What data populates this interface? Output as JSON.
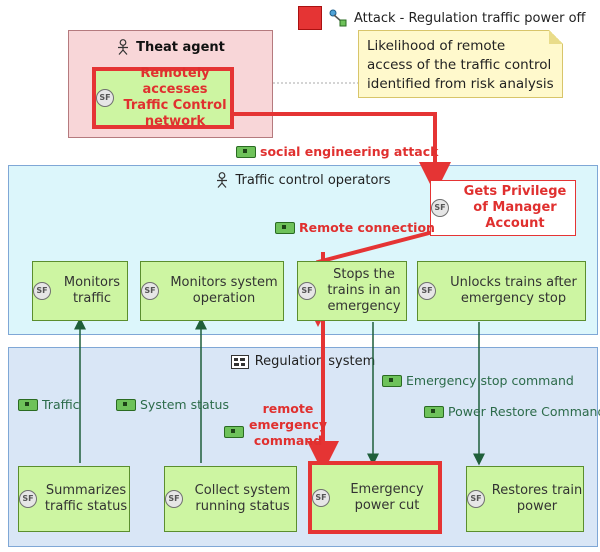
{
  "legend": {
    "label": "Attack - Regulation traffic power off",
    "color": "#e53434"
  },
  "note": {
    "text": "Likelihood of remote access of the traffic control identified from risk analysis"
  },
  "agent": {
    "title": "Theat agent",
    "function": "Remotely accesses Traffic Control network"
  },
  "lanes": {
    "operators": "Traffic control operators",
    "regulation": "Regulation system"
  },
  "functions": {
    "privilege": "Gets Privilege of Manager Account",
    "monitors_traffic": "Monitors traffic",
    "monitors_system": "Monitors system operation",
    "stops_trains": "Stops the trains in an emergency",
    "unlocks_trains": "Unlocks trains after emergency stop",
    "summarizes": "Summarizes traffic status",
    "collect": "Collect system running status",
    "power_cut": "Emergency power cut",
    "restores": "Restores train power"
  },
  "exchanges": {
    "social": "social engineering attack",
    "remote_connection": "Remote connection",
    "traffic": "Traffic",
    "system_status": "System status",
    "remote_emergency": "remote emergency command",
    "emergency_stop": "Emergency stop command",
    "power_restore": "Power Restore Command"
  },
  "colors": {
    "attack": "#e53434",
    "function_fill": "#cdf5a2",
    "agent_fill": "#f8d6d8",
    "note_fill": "#fff9cc"
  },
  "icons": {
    "function": "sf-function-icon",
    "actor": "actor-icon",
    "exchange": "exchange-icon",
    "system": "system-icon",
    "legend": "attack-legend-icon"
  }
}
